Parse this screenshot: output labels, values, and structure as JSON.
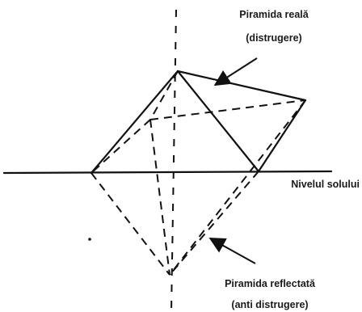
{
  "labels": {
    "real_pyramid": "Piramida reală",
    "real_pyramid_note": "(distrugere)",
    "ground_level": "Nivelul solului",
    "reflected_pyramid": "Piramida reflectată",
    "reflected_pyramid_note": "(anti distrugere)"
  },
  "colors": {
    "ink": "#111111",
    "background": "#ffffff"
  }
}
